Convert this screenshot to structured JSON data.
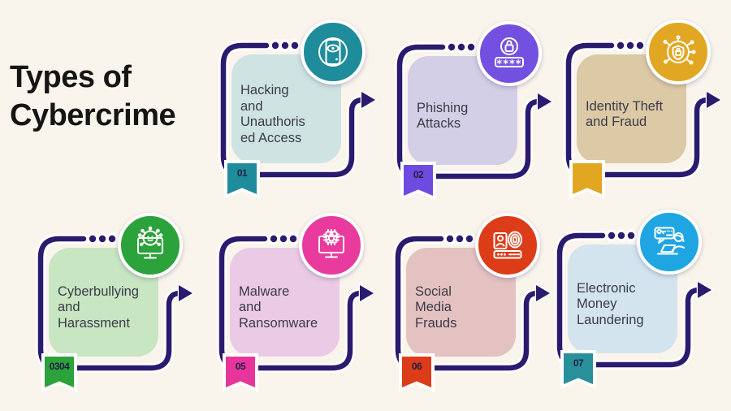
{
  "title": "Types of\nCybercrime",
  "background_color": "#FAF5EC",
  "frame_color": "#2B1B6E",
  "cards": [
    {
      "id": "hacking",
      "title": "Hacking\nand\nUnauthoris\ned Access",
      "badge": "01",
      "icon": "storage-eye-icon",
      "colors": {
        "fill": "#CFE3E2",
        "accent": "#1E8C9B",
        "badge": "#1E8C9B"
      }
    },
    {
      "id": "phishing",
      "title": "Phishing\nAttacks",
      "badge": "02",
      "icon": "password-lock-icon",
      "colors": {
        "fill": "#D3CFE6",
        "accent": "#7450E0",
        "badge": "#6E4BE0"
      }
    },
    {
      "id": "identity-theft",
      "title": "Identity Theft\nand Fraud",
      "badge": "",
      "icon": "identity-circuit-icon",
      "colors": {
        "fill": "#DCC9A6",
        "accent": "#E2A722",
        "badge": "#E2A722"
      }
    },
    {
      "id": "cyberbullying",
      "title": "Cyberbullying\nand\nHarassment",
      "badge": "0304",
      "icon": "virus-monitor-icon",
      "colors": {
        "fill": "#C8E6C1",
        "accent": "#2BA23A",
        "badge": "#2BA23A"
      }
    },
    {
      "id": "malware",
      "title": "Malware\nand\nRansomware",
      "badge": "05",
      "icon": "malware-chip-icon",
      "colors": {
        "fill": "#EBCAE5",
        "accent": "#E93A9D",
        "badge": "#E8359B"
      }
    },
    {
      "id": "social-media-frauds",
      "title": "Social\nMedia\nFrauds",
      "badge": "06",
      "icon": "id-fingerprint-icon",
      "colors": {
        "fill": "#E4C2C1",
        "accent": "#DC3C18",
        "badge": "#DC3C18"
      }
    },
    {
      "id": "money-laundering",
      "title": "Electronic\nMoney\nLaundering",
      "badge": "07",
      "icon": "hacker-laptop-icon",
      "colors": {
        "fill": "#D3E4EF",
        "accent": "#1FA6E2",
        "badge": "#27909B"
      }
    }
  ]
}
